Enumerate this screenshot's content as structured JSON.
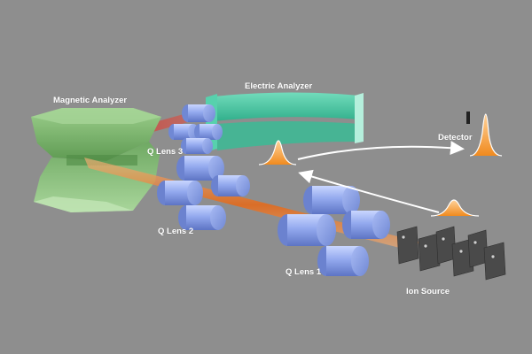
{
  "labels": {
    "magnetic": "Magnetic Analyzer",
    "electric": "Electric Analyzer",
    "detector": "Detector",
    "qlens3": "Q Lens 3",
    "qlens2": "Q Lens 2",
    "qlens1": "Q Lens 1",
    "ion_source": "Ion Source"
  },
  "colors": {
    "background": "#8e8e8e",
    "magnet": "#76b36a",
    "electric": "#3fc5a0",
    "lens": "#8fa8ec",
    "beam_orange": "#e87a2c",
    "beam_red": "#d94a3a",
    "peak": "#f28c1e"
  }
}
